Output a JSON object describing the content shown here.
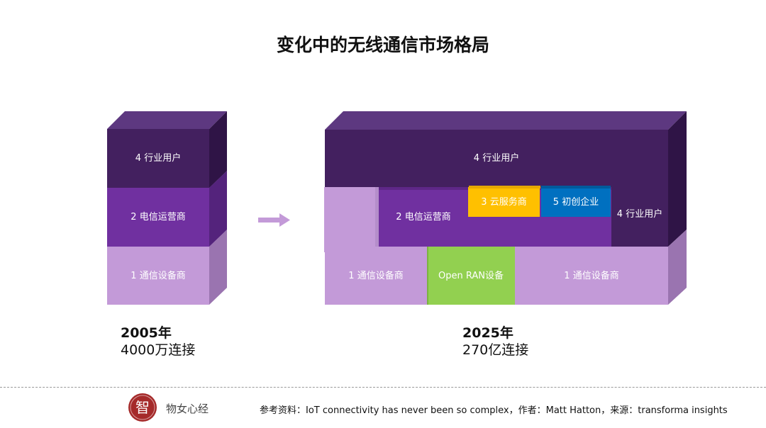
{
  "title": "变化中的无线通信市场格局",
  "colors": {
    "industry_user": "#43205f",
    "telecom_operator": "#7030a0",
    "equipment_vendor": "#c39ad8",
    "cloud_provider": "#ffc000",
    "startup": "#0070c0",
    "open_ran": "#92d050",
    "arrow": "#c39ad8"
  },
  "left_stack": {
    "top_label": "4 行业用户",
    "middle_label": "2 电信运营商",
    "bottom_label": "1 通信设备商",
    "year": "2005年",
    "connections": "4000万连接"
  },
  "right_stack": {
    "top_label": "4 行业用户",
    "side_label": "4 行业用户",
    "operator_label": "2 电信运营商",
    "cloud_label": "3 云服务商",
    "startup_label": "5 初创企业",
    "vendor_left_label": "1 通信设备商",
    "open_ran_label": "Open RAN设备",
    "vendor_right_label": "1 通信设备商",
    "year": "2025年",
    "connections": "270亿连接"
  },
  "footer": {
    "logo_text": "智",
    "brand": "物女心经",
    "source": "参考资料：IoT connectivity has never been so complex，作者：Matt Hatton，来源：transforma insights"
  }
}
